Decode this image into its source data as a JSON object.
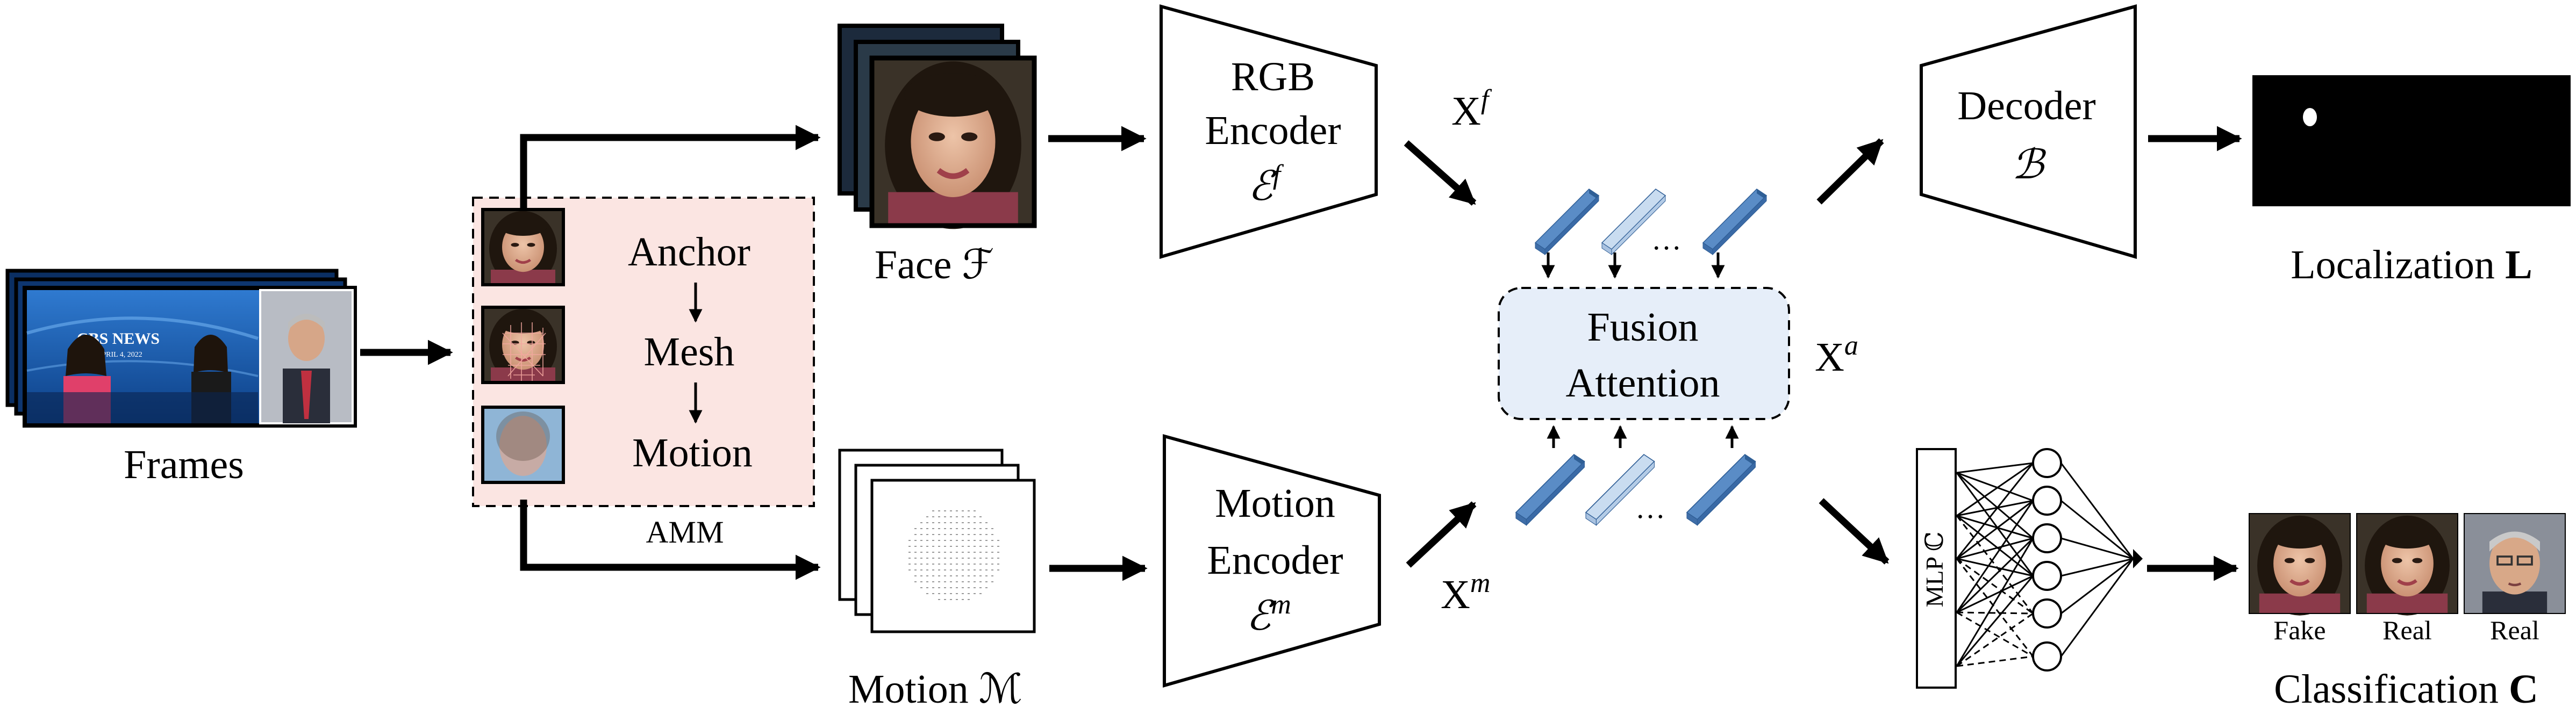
{
  "labels": {
    "frames": "Frames",
    "face": "Face ℱ",
    "motion_set": "Motion ℳ",
    "amm": "AMM",
    "amm_steps": [
      "Anchor",
      "Mesh",
      "Motion"
    ],
    "rgb_encoder": [
      "RGB",
      "Encoder",
      "ℰ"
    ],
    "rgb_encoder_sup": "f",
    "motion_encoder": [
      "Motion",
      "Encoder",
      "ℰ"
    ],
    "motion_encoder_sup": "m",
    "xf": "X",
    "xf_sup": "f",
    "xm": "X",
    "xm_sup": "m",
    "xa": "X",
    "xa_sup": "a",
    "fusion": [
      "Fusion",
      "Attention"
    ],
    "decoder": [
      "Decoder",
      "ℬ"
    ],
    "localization": "Localization",
    "localization_bold": "L",
    "classification": "Classification",
    "classification_bold": "C",
    "mlp": "MLP ℂ",
    "ellipsis": "…",
    "banner_text": "CBS NEWS",
    "banner_date": "APRIL 4, 2022",
    "class_outputs": [
      "Fake",
      "Real",
      "Real"
    ]
  },
  "colors": {
    "amm_fill": "#fbe5e2",
    "fusion_fill": "#e6eef9",
    "token_dark": "#5a8cc6",
    "token_light": "#c9dcf0",
    "token_edge": "#2e5d95",
    "news_blue": "#1c5fb0",
    "skin": "#e2b59a",
    "hair": "#24190f"
  }
}
